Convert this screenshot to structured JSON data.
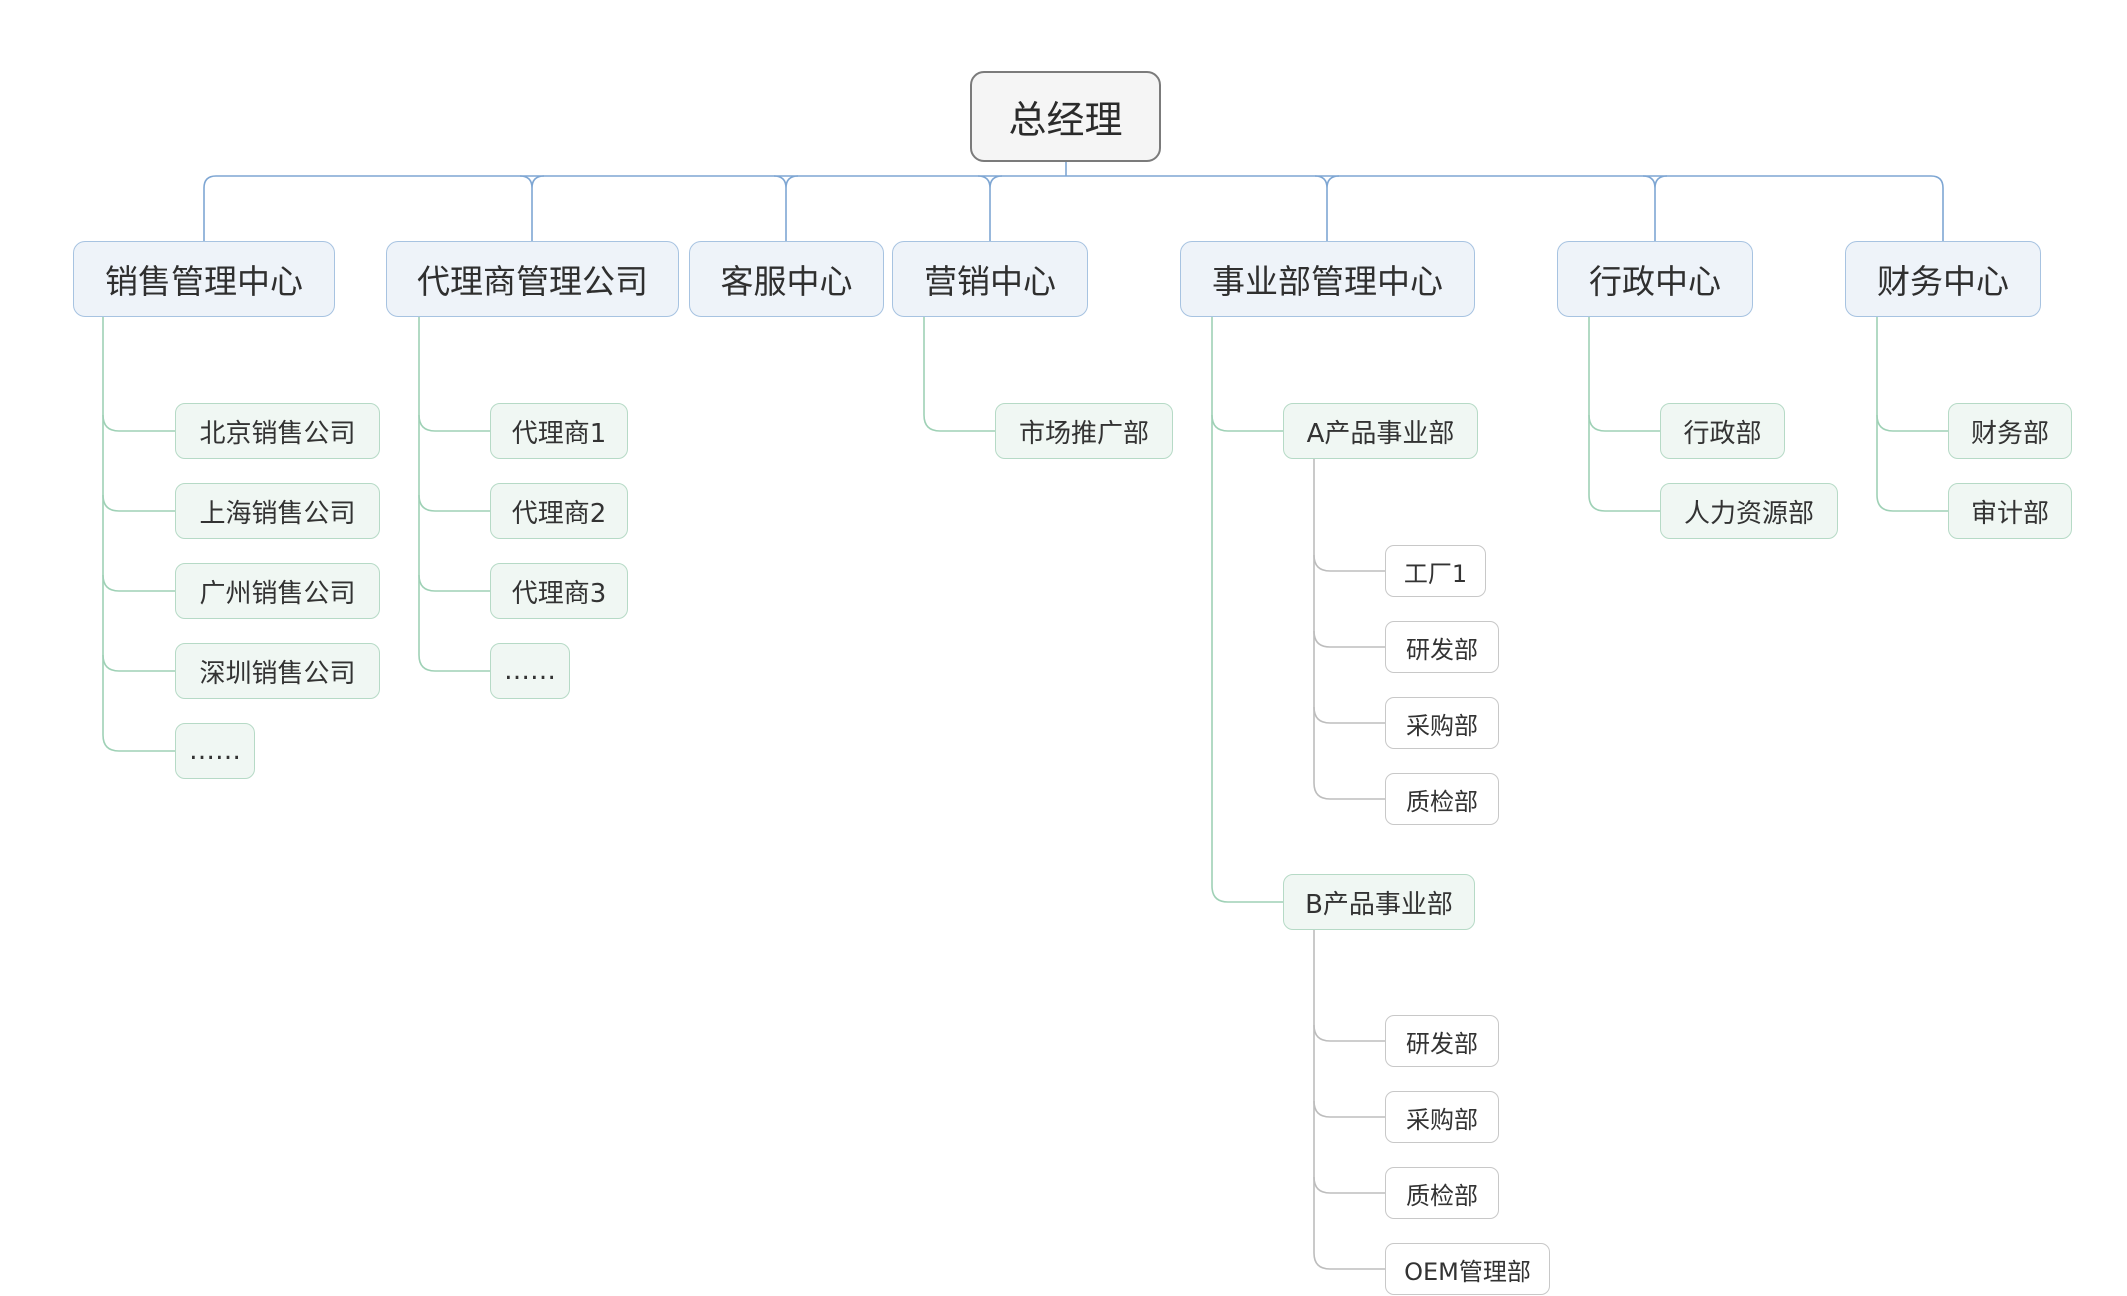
{
  "root": "总经理",
  "departments": [
    {
      "label": "销售管理中心",
      "children": [
        {
          "label": "北京销售公司"
        },
        {
          "label": "上海销售公司"
        },
        {
          "label": "广州销售公司"
        },
        {
          "label": "深圳销售公司"
        },
        {
          "label": "……"
        }
      ]
    },
    {
      "label": "代理商管理公司",
      "children": [
        {
          "label": "代理商1"
        },
        {
          "label": "代理商2"
        },
        {
          "label": "代理商3"
        },
        {
          "label": "……"
        }
      ]
    },
    {
      "label": "客服中心",
      "children": []
    },
    {
      "label": "营销中心",
      "children": [
        {
          "label": "市场推广部"
        }
      ]
    },
    {
      "label": "事业部管理中心",
      "children": [
        {
          "label": "A产品事业部",
          "children": [
            {
              "label": "工厂1"
            },
            {
              "label": "研发部"
            },
            {
              "label": "采购部"
            },
            {
              "label": "质检部"
            }
          ]
        },
        {
          "label": "B产品事业部",
          "children": [
            {
              "label": "研发部"
            },
            {
              "label": "采购部"
            },
            {
              "label": "质检部"
            },
            {
              "label": "OEM管理部"
            }
          ]
        }
      ]
    },
    {
      "label": "行政中心",
      "children": [
        {
          "label": "行政部"
        },
        {
          "label": "人力资源部"
        }
      ]
    },
    {
      "label": "财务中心",
      "children": [
        {
          "label": "财务部"
        },
        {
          "label": "审计部"
        }
      ]
    }
  ],
  "colors": {
    "root_border": "#7b7b7b",
    "root_fill": "#f5f5f5",
    "dept_border": "#a7c3e1",
    "dept_fill": "#eef3f9",
    "sub_border": "#b6dac6",
    "sub_fill": "#f0f7f3",
    "leaf_border": "#c8c8c8",
    "trunk_line": "#7ea6d3",
    "branch_line": "#9fd1b6",
    "leaf_line": "#bdbdbd"
  }
}
